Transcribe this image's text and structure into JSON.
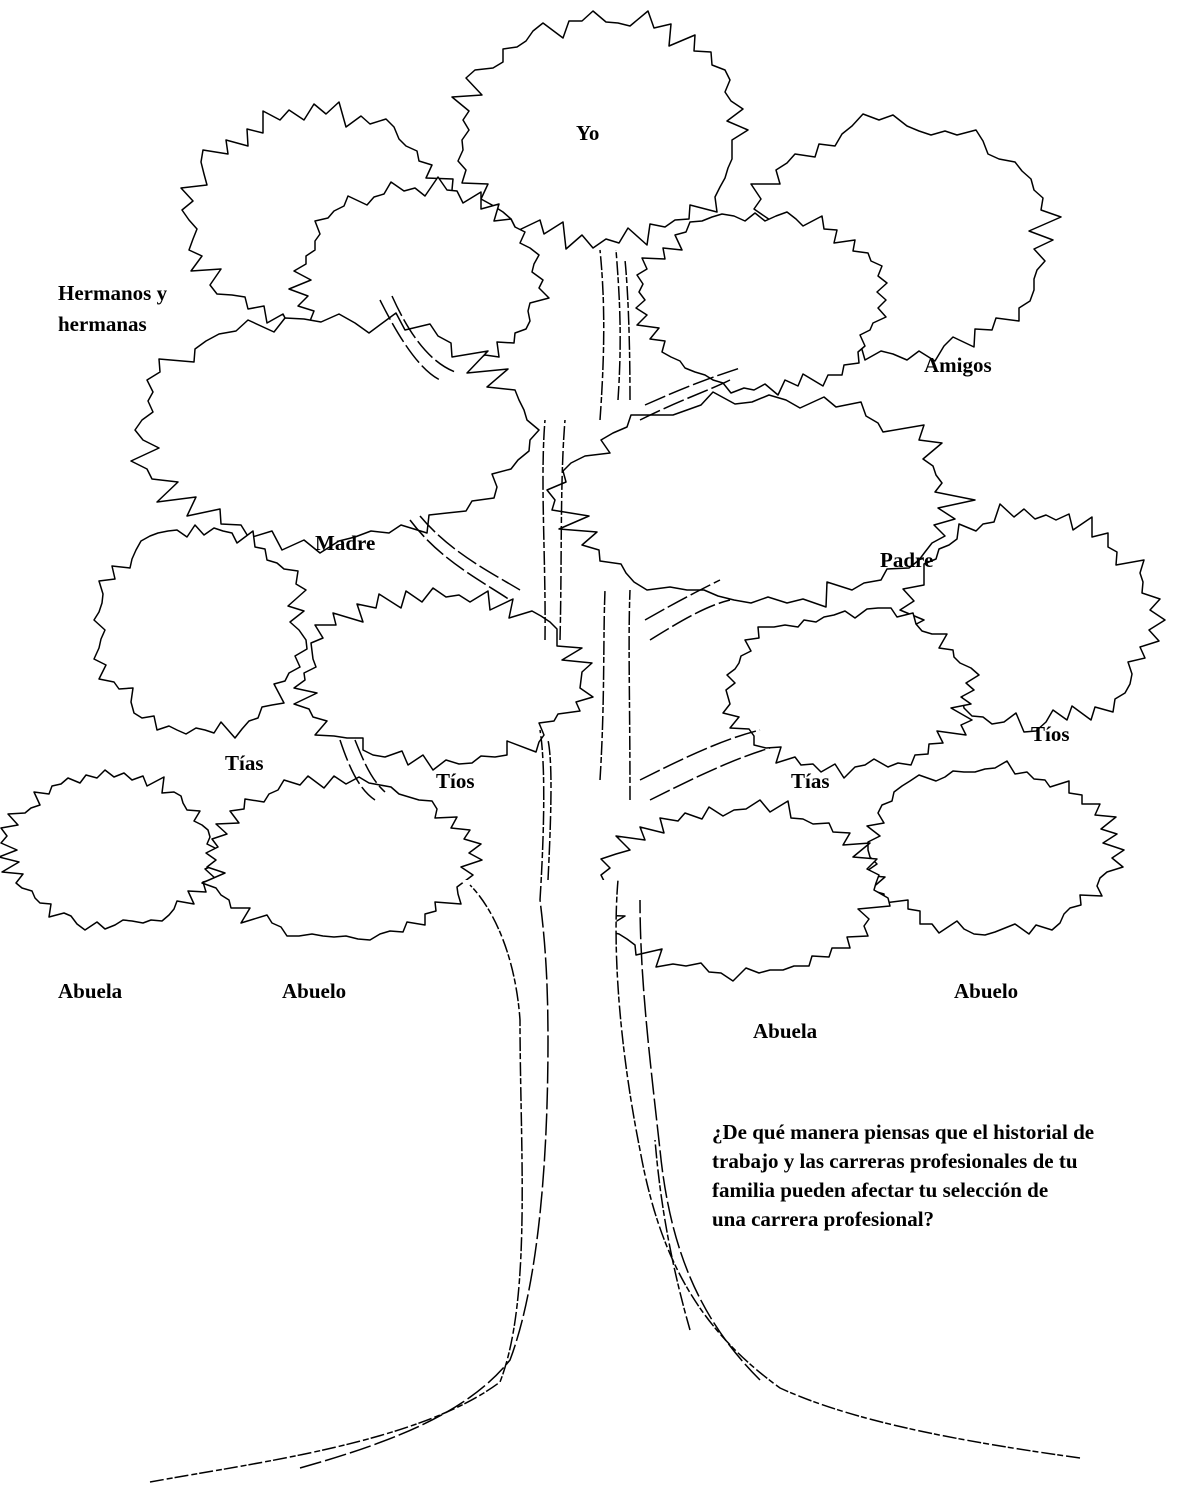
{
  "labels": {
    "yo": "Yo",
    "hermanos_line1": "Hermanos y",
    "hermanos_line2": "hermanas",
    "amigos": "Amigos",
    "madre": "Madre",
    "padre": "Padre",
    "tias_left": "Tías",
    "tios_left": "Tíos",
    "tias_right": "Tías",
    "tios_right": "Tíos",
    "abuela_left": "Abuela",
    "abuelo_left": "Abuelo",
    "abuela_right": "Abuela",
    "abuelo_right": "Abuelo"
  },
  "question": {
    "line1": "¿De qué manera piensas que el historial de",
    "line2": "trabajo y las carreras profesionales de tu",
    "line3": "familia pueden afectar tu selección de",
    "line4": "una carrera profesional?"
  }
}
